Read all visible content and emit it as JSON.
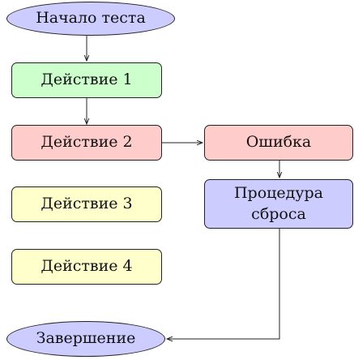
{
  "diagram": {
    "start": "Начало теста",
    "action1": "Действие 1",
    "action2": "Действие 2",
    "action3": "Действие 3",
    "action4": "Действие 4",
    "error": "Ошибка",
    "reset_line1": "Процедура",
    "reset_line2": "сброса",
    "end": "Завершение"
  },
  "colors": {
    "ellipse": "#ccccff",
    "action_green": "#ccffcc",
    "action_red": "#ffcccc",
    "action_yellow": "#ffffcc",
    "reset_blue": "#ccccff"
  }
}
